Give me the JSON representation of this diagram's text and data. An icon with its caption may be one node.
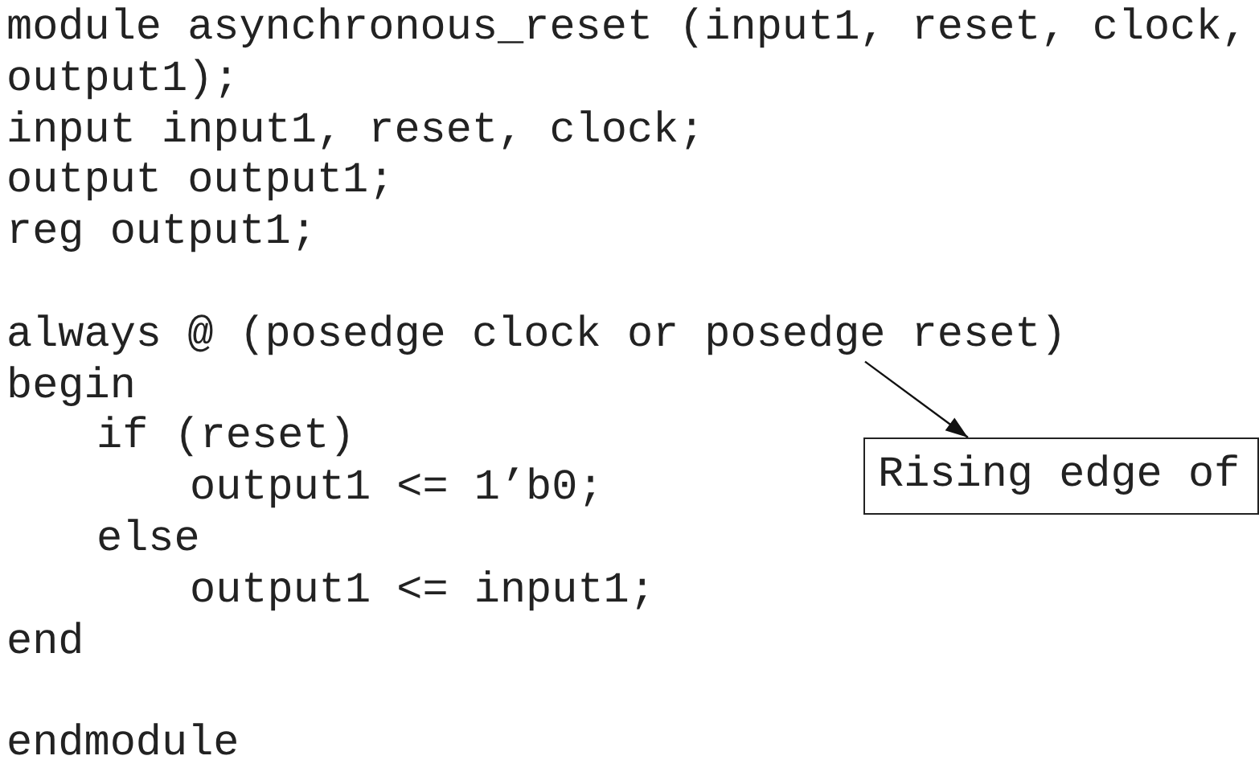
{
  "diagram": {
    "nodes": [
      {
        "text": [
          "always @ (posedge clock or posedge reset)"
        ]
      },
      {
        "text": [
          "Rising edge of"
        ]
      }
    ],
    "edges": [
      {
        "from": 0,
        "to": 1,
        "arrow": "to"
      }
    ],
    "labels": [
      "module asynchronous_reset (input1, reset, clock,",
      "output1);",
      "input input1, reset, clock;",
      "output output1;",
      "reg output1;",
      "begin",
      "if (reset)",
      "output1 <= 1’b0;",
      "else",
      "output1 <= input1;",
      "end",
      "endmodule"
    ]
  }
}
